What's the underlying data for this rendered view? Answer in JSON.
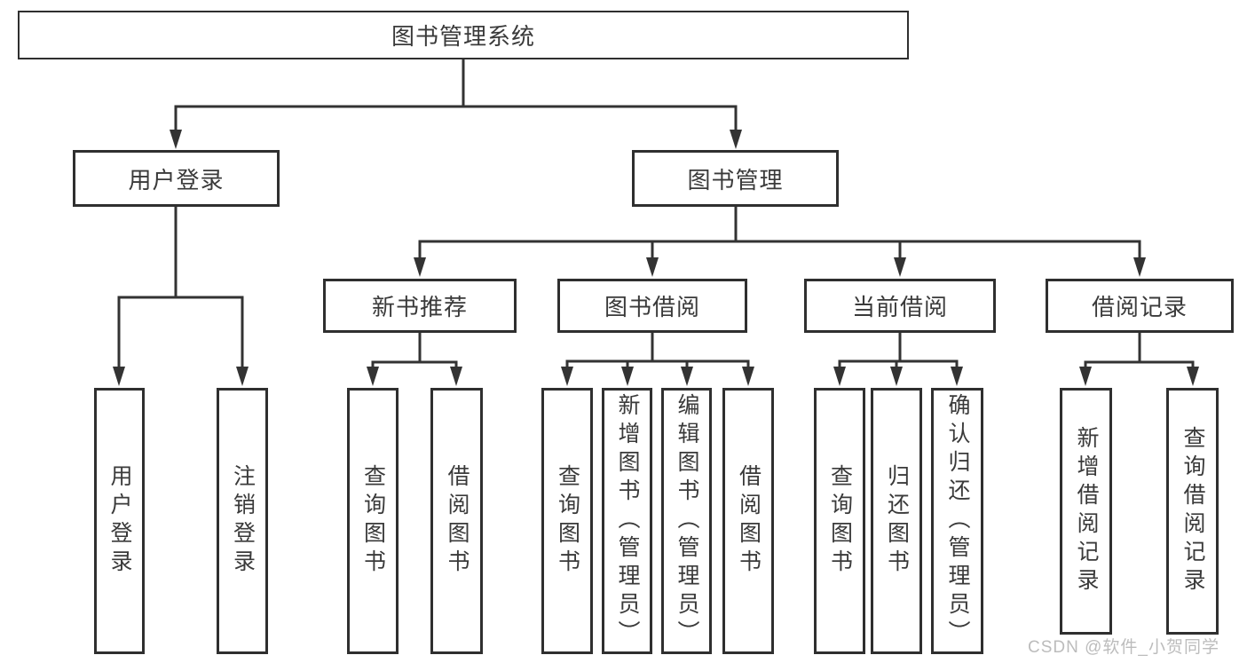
{
  "diagram": {
    "type": "hierarchy-tree",
    "tree": {
      "label": "图书管理系统",
      "children": [
        {
          "label": "用户登录",
          "children": [
            {
              "label": "用户登录"
            },
            {
              "label": "注销登录"
            }
          ]
        },
        {
          "label": "图书管理",
          "children": [
            {
              "label": "新书推荐",
              "children": [
                {
                  "label": "查询图书"
                },
                {
                  "label": "借阅图书"
                }
              ]
            },
            {
              "label": "图书借阅",
              "children": [
                {
                  "label": "查询图书"
                },
                {
                  "label": "新增图书（管理员）"
                },
                {
                  "label": "编辑图书（管理员）"
                },
                {
                  "label": "借阅图书"
                }
              ]
            },
            {
              "label": "当前借阅",
              "children": [
                {
                  "label": "查询图书"
                },
                {
                  "label": "归还图书"
                },
                {
                  "label": "确认归还（管理员）"
                }
              ]
            },
            {
              "label": "借阅记录",
              "children": [
                {
                  "label": "新增借阅记录"
                },
                {
                  "label": "查询借阅记录"
                }
              ]
            }
          ]
        }
      ]
    },
    "watermark": "CSDN @软件_小贺同学",
    "colors": {
      "line": "#333333",
      "box_border": "#2f2f2f",
      "text": "#3a3a3a",
      "background": "#ffffff",
      "watermark": "#bcbcbc"
    }
  }
}
